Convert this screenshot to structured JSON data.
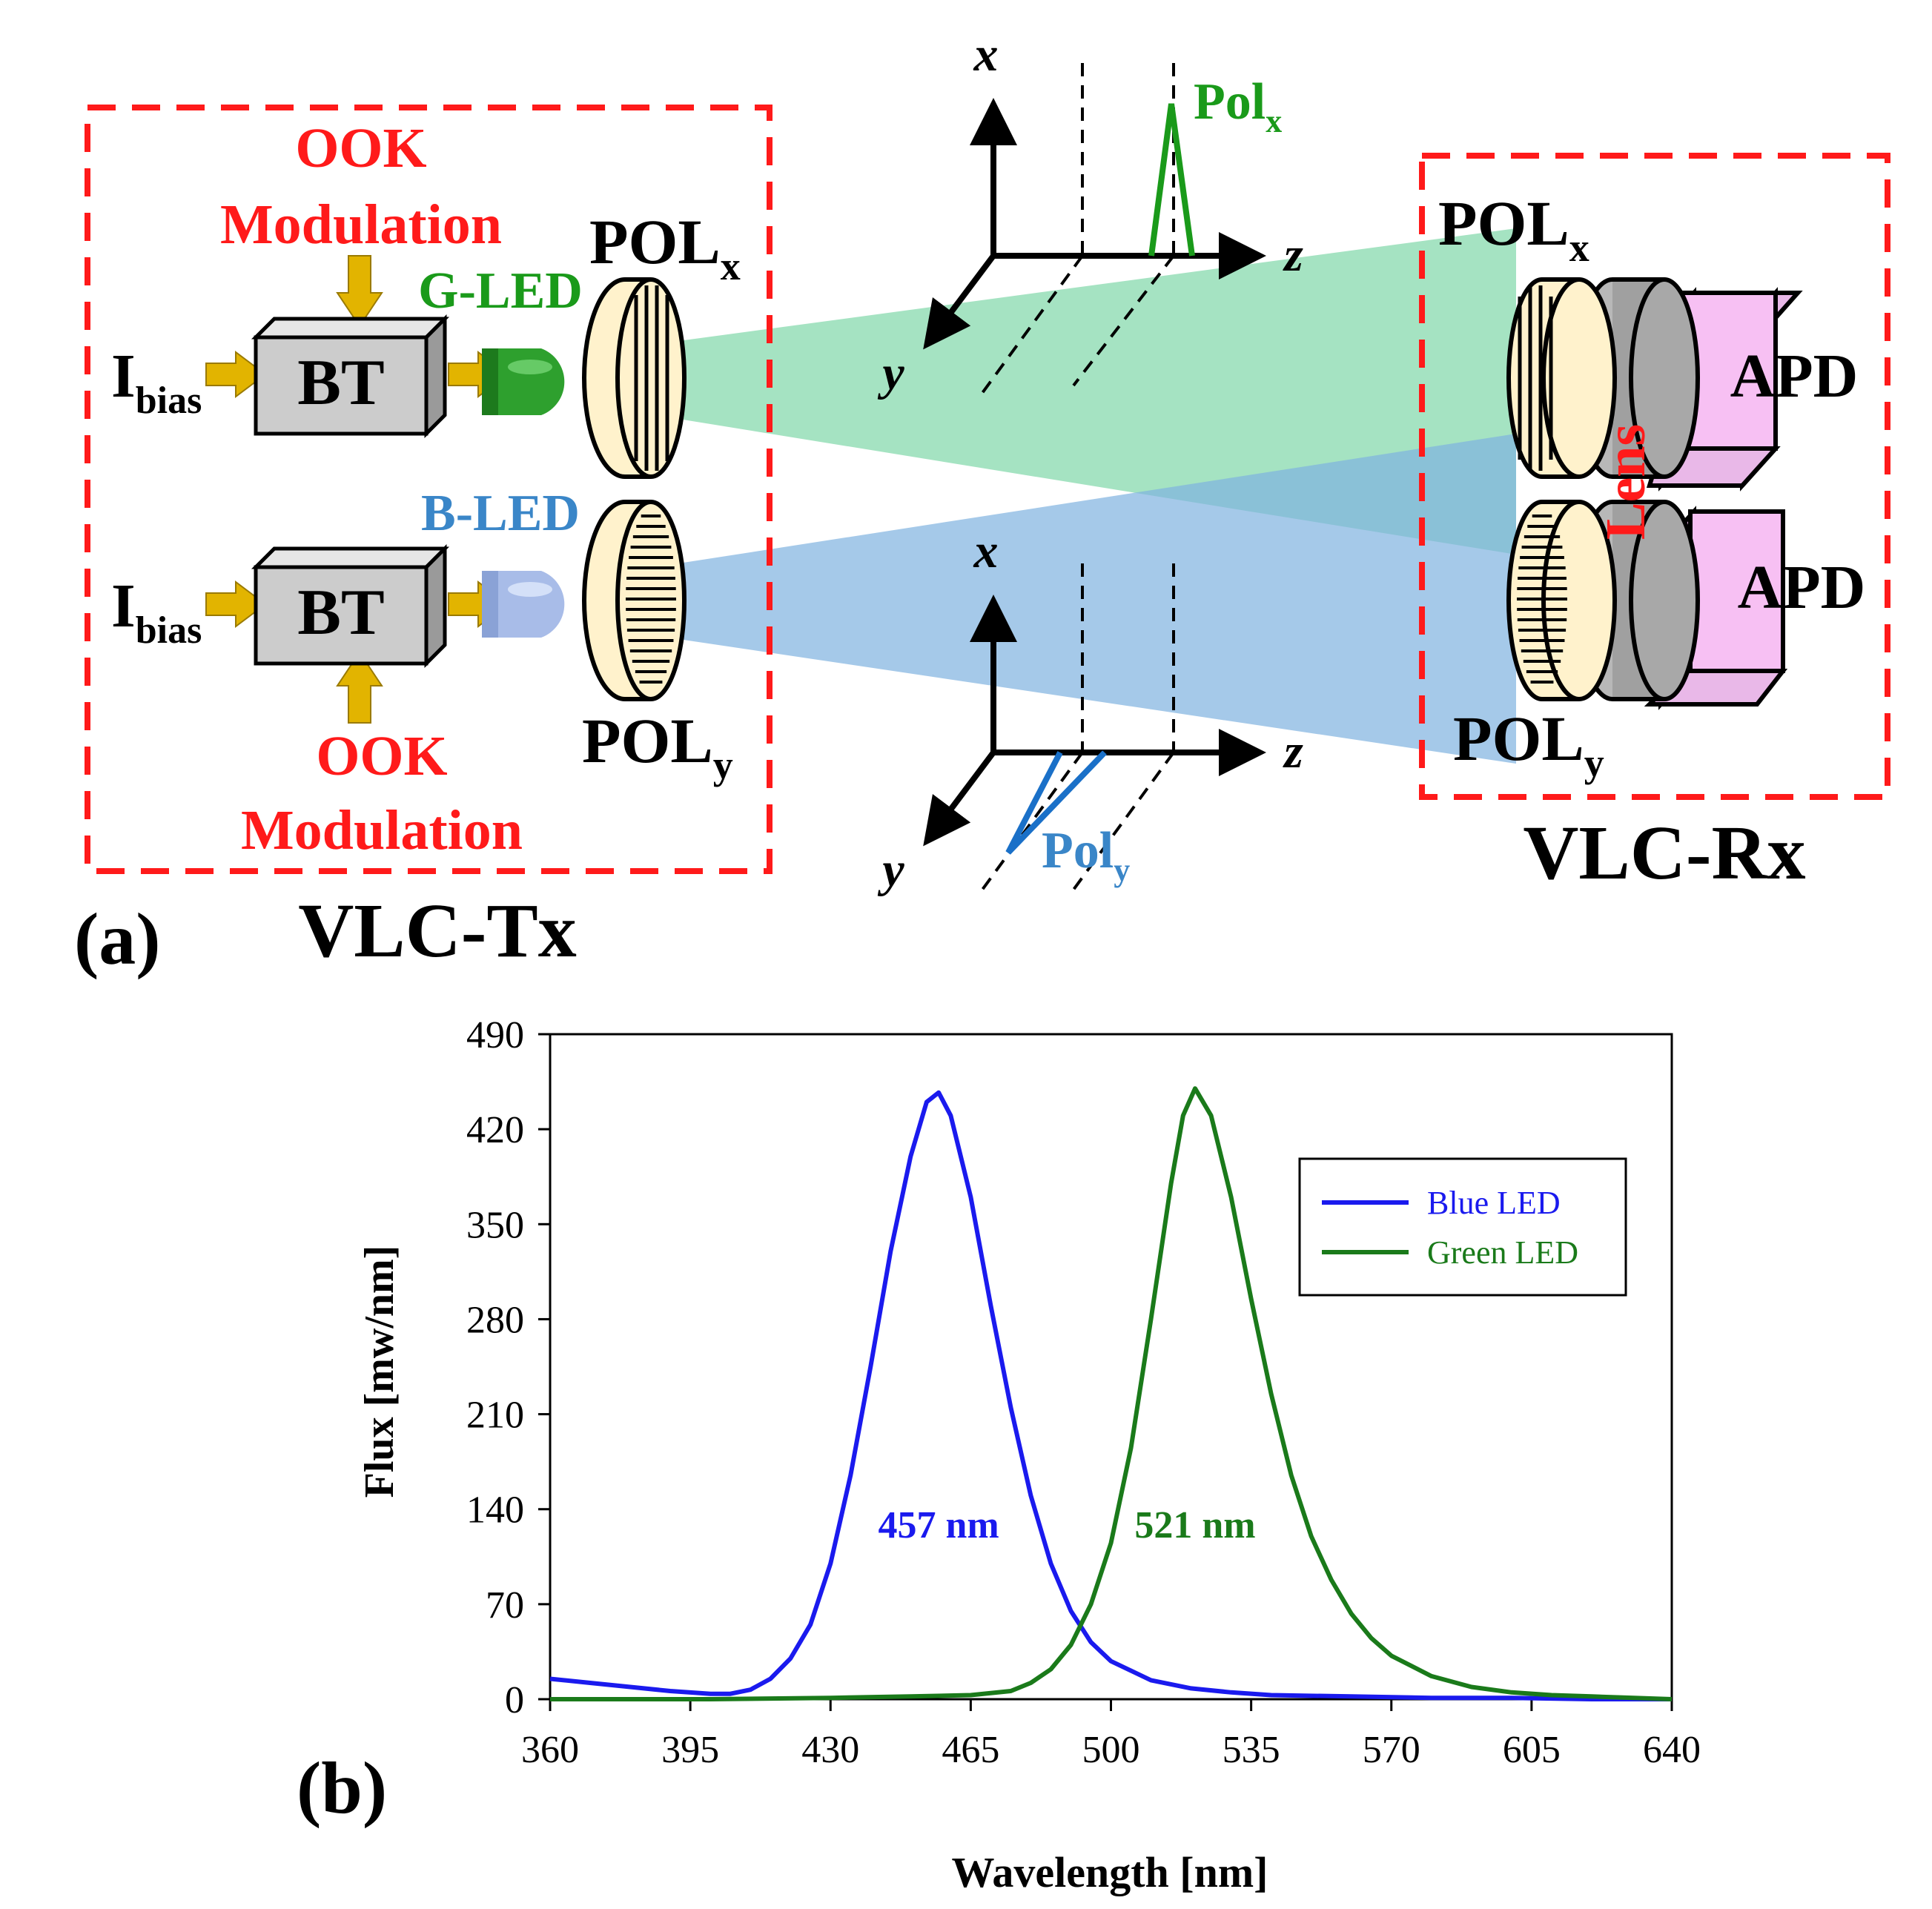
{
  "colors": {
    "red": "#ff1a1a",
    "green_text": "#1a9a1a",
    "blue_text": "#3a86c8",
    "blue_series": "#1a1aee",
    "green_series": "#1a7a1a",
    "beam_green": "#7fd7a8",
    "beam_blue": "#7fb2df",
    "arrow_gold": "#e2b400",
    "bt_gray": "#cccccc",
    "pol_cream": "#fff2cc",
    "lens_gray": "#b8b8b8",
    "apd_pink": "#f7c0f3",
    "apd_purple": "#c8a0d8"
  },
  "diagram": {
    "panel_a": {
      "label": "(a)",
      "tx_label": "VLC-Tx",
      "rx_label": "VLC-Rx",
      "ook_top": "OOK",
      "modulation_top": "Modulation",
      "ook_bottom": "OOK",
      "modulation_bottom": "Modulation",
      "g_led": "G-LED",
      "b_led": "B-LED",
      "ibias_main": "I",
      "ibias_sub": "bias",
      "bt": "BT",
      "pol_main": "POL",
      "pol_sub_x": "x",
      "pol_sub_y": "y",
      "polx_main": "Pol",
      "polx_sub": "x",
      "poly_main": "Pol",
      "poly_sub": "y",
      "axis_x": "x",
      "axis_y": "y",
      "axis_z": "z",
      "lens": "Lens",
      "apd": "APD"
    },
    "panel_b": {
      "label": "(b)"
    }
  },
  "chart_data": {
    "type": "line",
    "xlabel": "Wavelength [nm]",
    "ylabel": "Flux [mw/nm]",
    "xlim": [
      360,
      640
    ],
    "ylim": [
      0,
      490
    ],
    "xticks": [
      360,
      395,
      430,
      465,
      500,
      535,
      570,
      605,
      640
    ],
    "yticks": [
      0,
      70,
      140,
      210,
      280,
      350,
      420,
      490
    ],
    "legend_position": "top-right",
    "grid": false,
    "series": [
      {
        "name": "Blue LED",
        "color": "#1a1aee",
        "x": [
          360,
          370,
          380,
          390,
          400,
          405,
          410,
          415,
          420,
          425,
          430,
          435,
          440,
          445,
          450,
          454,
          457,
          460,
          465,
          470,
          475,
          480,
          485,
          490,
          495,
          500,
          510,
          520,
          530,
          540,
          560,
          580,
          600,
          620,
          640
        ],
        "y": [
          15,
          12,
          9,
          6,
          4,
          4,
          7,
          15,
          30,
          55,
          100,
          165,
          245,
          330,
          400,
          440,
          447,
          430,
          370,
          290,
          215,
          150,
          100,
          65,
          42,
          28,
          14,
          8,
          5,
          3,
          2,
          1,
          1,
          0,
          0
        ]
      },
      {
        "name": "Green LED",
        "color": "#1a7a1a",
        "x": [
          360,
          400,
          430,
          450,
          465,
          475,
          480,
          485,
          490,
          495,
          500,
          505,
          510,
          515,
          518,
          521,
          525,
          530,
          535,
          540,
          545,
          550,
          555,
          560,
          565,
          570,
          580,
          590,
          600,
          610,
          620,
          640
        ],
        "y": [
          0,
          0,
          1,
          2,
          3,
          6,
          12,
          22,
          40,
          70,
          115,
          185,
          280,
          380,
          430,
          450,
          430,
          370,
          295,
          225,
          165,
          120,
          88,
          63,
          45,
          32,
          17,
          9,
          5,
          3,
          2,
          0
        ]
      }
    ],
    "annotations": [
      {
        "text": "457 nm",
        "x": 457,
        "y": 130,
        "color": "#1a1aee"
      },
      {
        "text": "521 nm",
        "x": 521,
        "y": 130,
        "color": "#1a7a1a"
      }
    ]
  }
}
